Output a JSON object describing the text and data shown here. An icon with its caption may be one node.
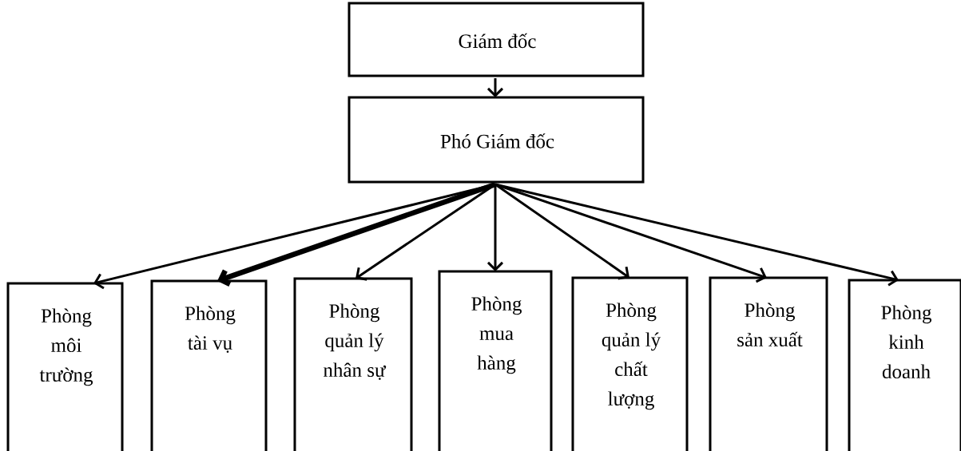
{
  "diagram": {
    "nodes": [
      {
        "text": [
          "Giám đốc"
        ]
      },
      {
        "text": [
          "Phó Giám đốc"
        ]
      },
      {
        "text": [
          "Phòng môi trường"
        ]
      },
      {
        "text": [
          "Phòng tài vụ"
        ]
      },
      {
        "text": [
          "Phòng quản lý nhân sự"
        ]
      },
      {
        "text": [
          "Phòng mua hàng"
        ]
      },
      {
        "text": [
          "Phòng quản lý chất lượng"
        ]
      },
      {
        "text": [
          "Phòng sản xuất"
        ]
      },
      {
        "text": [
          "Phòng kinh doanh"
        ]
      }
    ],
    "edges": [
      {
        "from": 0,
        "to": 1,
        "arrow": "to"
      },
      {
        "from": 1,
        "to": 2,
        "arrow": "to"
      },
      {
        "from": 1,
        "to": 3,
        "arrow": "to",
        "style": "thick"
      },
      {
        "from": 1,
        "to": 4,
        "arrow": "to"
      },
      {
        "from": 1,
        "to": 5,
        "arrow": "to"
      },
      {
        "from": 1,
        "to": 6,
        "arrow": "to"
      },
      {
        "from": 1,
        "to": 7,
        "arrow": "to"
      },
      {
        "from": 1,
        "to": 8,
        "arrow": "to"
      }
    ]
  }
}
